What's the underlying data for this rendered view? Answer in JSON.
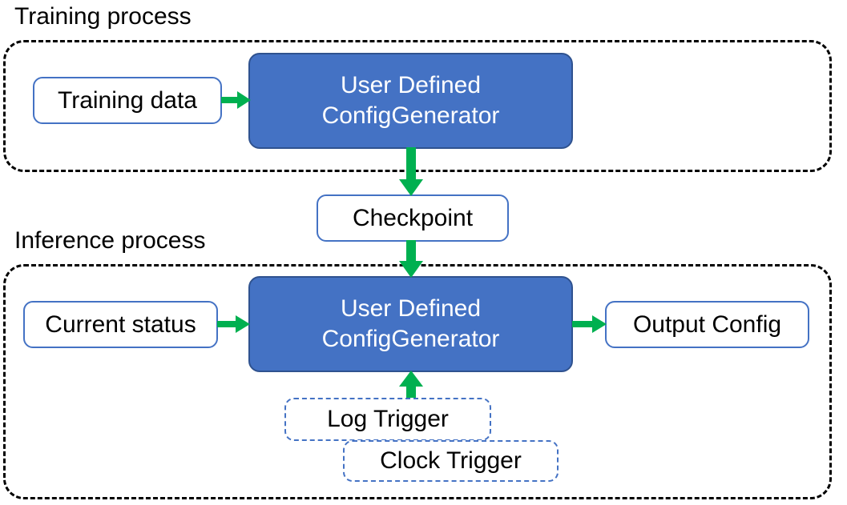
{
  "diagram": {
    "title_training": "Training process",
    "title_inference": "Inference process",
    "colors": {
      "primary_fill": "#4472C4",
      "primary_border": "#2F528F",
      "node_border": "#4472C4",
      "arrow": "#00B050",
      "container_border": "#000000",
      "text_dark": "#000000",
      "text_light": "#FFFFFF",
      "background": "#FFFFFF"
    },
    "training": {
      "container_label": "Training process",
      "input": {
        "label": "Training data"
      },
      "processor": {
        "line1": "User Defined",
        "line2": "ConfigGenerator"
      }
    },
    "checkpoint": {
      "label": "Checkpoint"
    },
    "inference": {
      "container_label": "Inference process",
      "input": {
        "label": "Current status"
      },
      "processor": {
        "line1": "User Defined",
        "line2": "ConfigGenerator"
      },
      "output": {
        "label": "Output Config"
      },
      "triggers": [
        {
          "label": "Log Trigger"
        },
        {
          "label": "Clock Trigger"
        }
      ]
    },
    "arrows": [
      {
        "name": "training-data-to-processor",
        "direction": "right"
      },
      {
        "name": "processor-to-checkpoint",
        "direction": "down"
      },
      {
        "name": "checkpoint-to-processor",
        "direction": "down"
      },
      {
        "name": "current-status-to-processor",
        "direction": "right"
      },
      {
        "name": "processor-to-output-config",
        "direction": "right"
      },
      {
        "name": "triggers-to-processor",
        "direction": "up"
      }
    ]
  }
}
